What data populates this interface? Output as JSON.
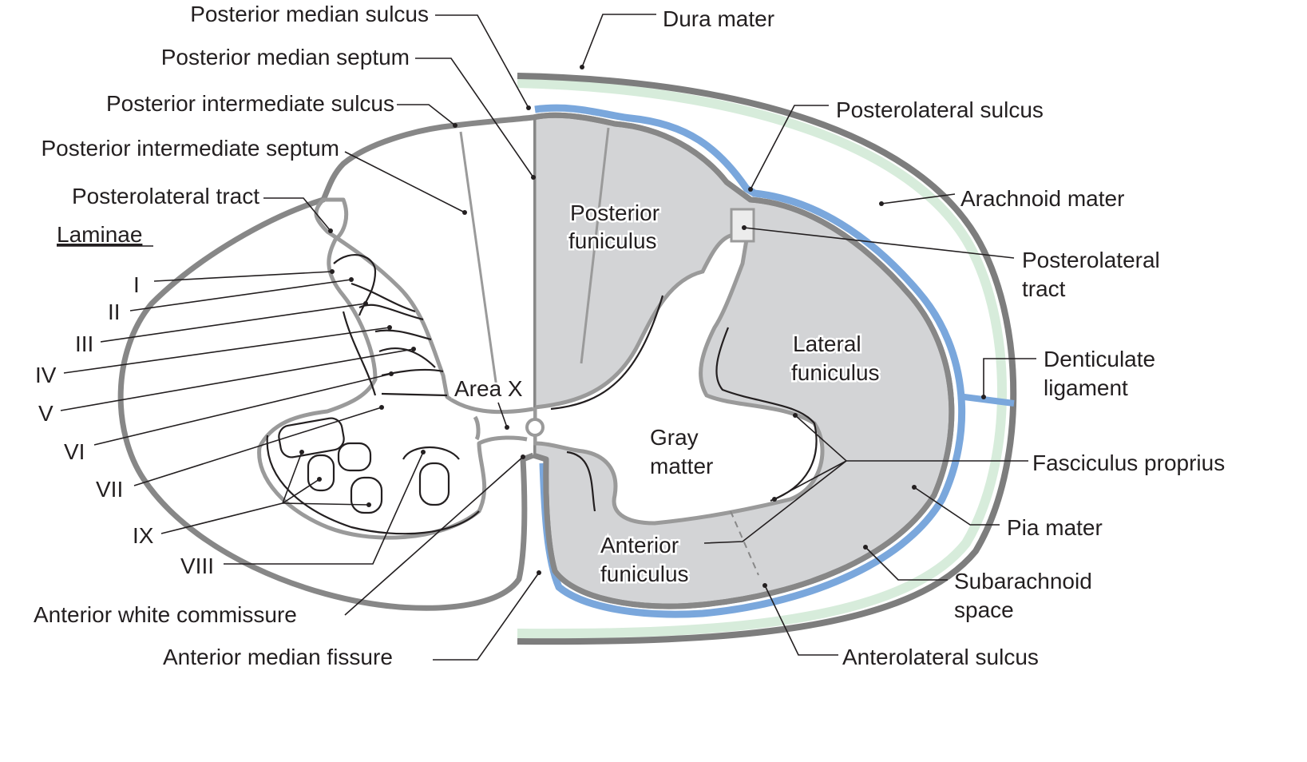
{
  "colors": {
    "white_matter_fill": "#d3d4d6",
    "outline": "#878787",
    "pia_mater": "#7aa7dc",
    "arachnoid_mater": "#d7ecdb",
    "dura_mater": "#7d7d7d"
  },
  "labels": {
    "posterior_median_sulcus": "Posterior median sulcus",
    "posterior_median_septum": "Posterior median septum",
    "posterior_intermediate_sulcus": "Posterior intermediate sulcus",
    "posterior_intermediate_septum": "Posterior intermediate septum",
    "posterolateral_tract_left": "Posterolateral tract",
    "laminae": "Laminae",
    "lamina": [
      "I",
      "II",
      "III",
      "IV",
      "V",
      "VI",
      "VII",
      "IX",
      "VIII"
    ],
    "anterior_white_commissure": "Anterior white commissure",
    "anterior_median_fissure": "Anterior median fissure",
    "area_x": "Area X",
    "dura_mater": "Dura mater",
    "posterolateral_sulcus": "Posterolateral sulcus",
    "arachnoid_mater": "Arachnoid mater",
    "posterolateral_tract_right": [
      "Posterolateral",
      "tract"
    ],
    "denticulate_ligament": [
      "Denticulate",
      "ligament"
    ],
    "fasciculus_proprius": "Fasciculus proprius",
    "pia_mater": "Pia mater",
    "subarachnoid_space": [
      "Subarachnoid",
      "space"
    ],
    "anterolateral_sulcus": "Anterolateral sulcus",
    "posterior_funiculus": [
      "Posterior",
      "funiculus"
    ],
    "lateral_funiculus": [
      "Lateral",
      "funiculus"
    ],
    "gray_matter": [
      "Gray",
      "matter"
    ],
    "anterior_funiculus": [
      "Anterior",
      "funiculus"
    ]
  }
}
